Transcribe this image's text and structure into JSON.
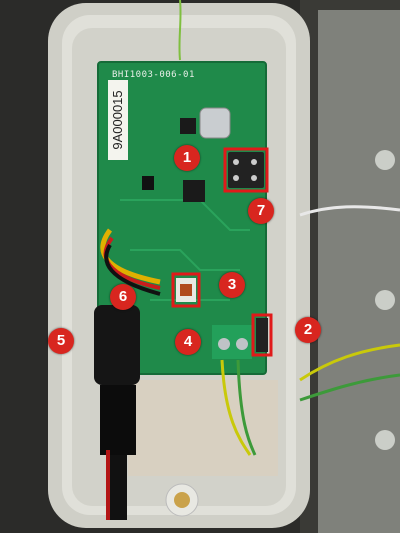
{
  "photo": {
    "subject": "",
    "pcb_label": "BHI1003-006-01",
    "serial_label": "9A000015"
  },
  "markers": [
    {
      "id": "1",
      "label": "1"
    },
    {
      "id": "2",
      "label": "2"
    },
    {
      "id": "3",
      "label": "3"
    },
    {
      "id": "4",
      "label": "4"
    },
    {
      "id": "5",
      "label": "5"
    },
    {
      "id": "6",
      "label": "6"
    },
    {
      "id": "7",
      "label": "7"
    }
  ],
  "colors": {
    "marker_red": "#d8261f",
    "pcb_green": "#1f8a4a",
    "enclosure": "#d9d9d2",
    "background": "#2a2a28"
  }
}
